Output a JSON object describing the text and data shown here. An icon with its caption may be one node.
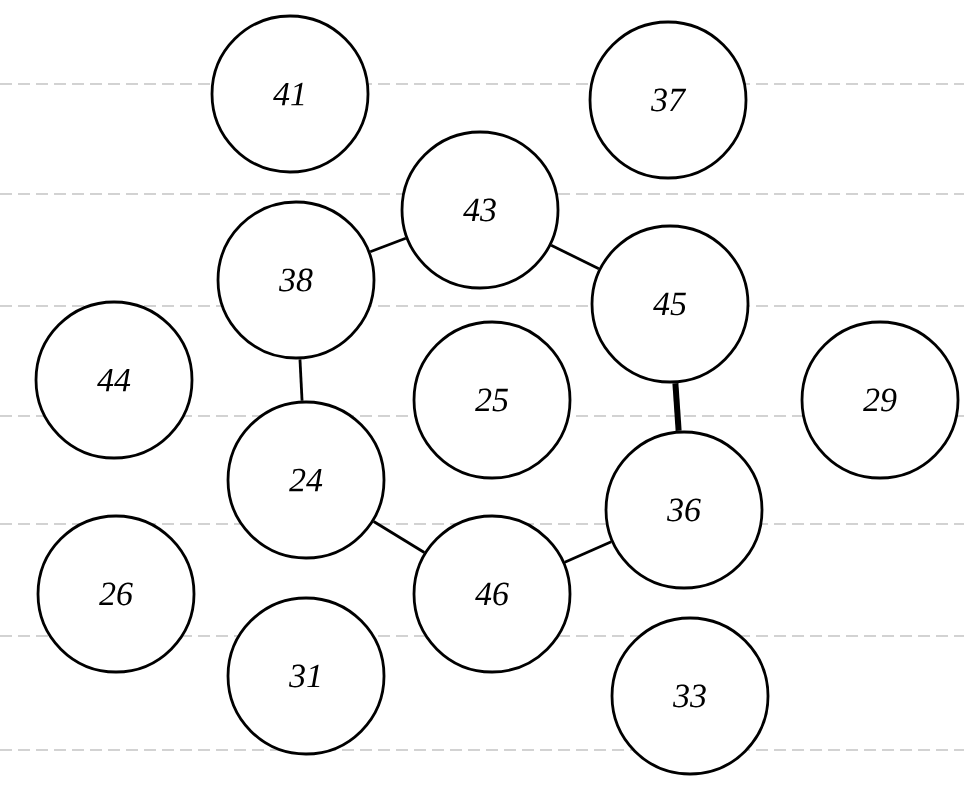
{
  "diagram": {
    "nodes": [
      {
        "text": [
          "41"
        ]
      },
      {
        "text": [
          "37"
        ]
      },
      {
        "text": [
          "43"
        ]
      },
      {
        "text": [
          "38"
        ]
      },
      {
        "text": [
          "45"
        ]
      },
      {
        "text": [
          "44"
        ]
      },
      {
        "text": [
          "25"
        ]
      },
      {
        "text": [
          "29"
        ]
      },
      {
        "text": [
          "24"
        ]
      },
      {
        "text": [
          "36"
        ]
      },
      {
        "text": [
          "26"
        ]
      },
      {
        "text": [
          "46"
        ]
      },
      {
        "text": [
          "31"
        ]
      },
      {
        "text": [
          "33"
        ]
      }
    ],
    "edges": [
      {
        "from": 3,
        "to": 2,
        "arrow": "none"
      },
      {
        "from": 2,
        "to": 4,
        "arrow": "none"
      },
      {
        "from": 4,
        "to": 9,
        "arrow": "none",
        "style": "thick"
      },
      {
        "from": 9,
        "to": 11,
        "arrow": "none"
      },
      {
        "from": 11,
        "to": 8,
        "arrow": "none"
      },
      {
        "from": 8,
        "to": 3,
        "arrow": "none"
      }
    ]
  }
}
